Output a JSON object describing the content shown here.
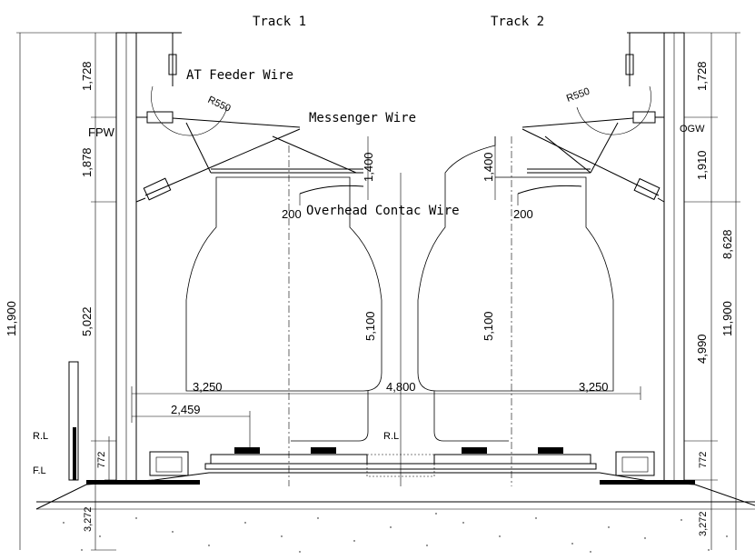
{
  "tracks": {
    "track1": "Track 1",
    "track2": "Track 2"
  },
  "labels": {
    "at_feeder": "AT Feeder Wire",
    "messenger": "Messenger Wire",
    "contact": "Overhead Contac Wire",
    "fpw": "FPW",
    "ogw": "OGW",
    "rl_left": "R.L",
    "fl_left": "F.L",
    "rl_center": "R.L"
  },
  "dimensions": {
    "left_1728": "1,728",
    "left_1878": "1,878",
    "left_5022": "5,022",
    "left_11900": "11,900",
    "left_772": "772",
    "left_3272": "3,272",
    "right_1728": "1,728",
    "right_1910": "1,910",
    "right_8628": "8,628",
    "right_4990": "4,990",
    "right_11900": "11,900",
    "right_772": "772",
    "right_3272": "3,272",
    "r550_left": "R550",
    "r550_right": "R550",
    "d1400_left": "1,400",
    "d1400_right": "1,400",
    "d200_left": "200",
    "d200_right": "200",
    "d5100_left": "5,100",
    "d5100_right": "5,100",
    "d3250_left": "3,250",
    "d3250_right": "3,250",
    "d4800": "4,800",
    "d2459": "2,459"
  }
}
